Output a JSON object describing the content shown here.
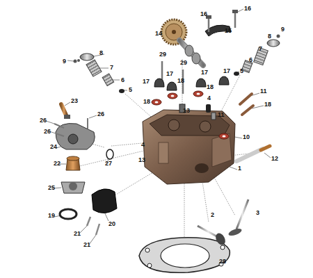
{
  "diagram": {
    "labels": [
      "16",
      "16",
      "9",
      "8",
      "14",
      "15",
      "8",
      "9",
      "7",
      "6",
      "5",
      "29",
      "29",
      "17",
      "17",
      "17",
      "17",
      "7",
      "6",
      "5",
      "18",
      "18",
      "18",
      "10",
      "13",
      "4",
      "11",
      "11",
      "18",
      "12",
      "23",
      "26",
      "26",
      "26",
      "24",
      "4",
      "13",
      "27",
      "22",
      "1",
      "25",
      "19",
      "20",
      "21",
      "21",
      "2",
      "3",
      "28"
    ]
  }
}
